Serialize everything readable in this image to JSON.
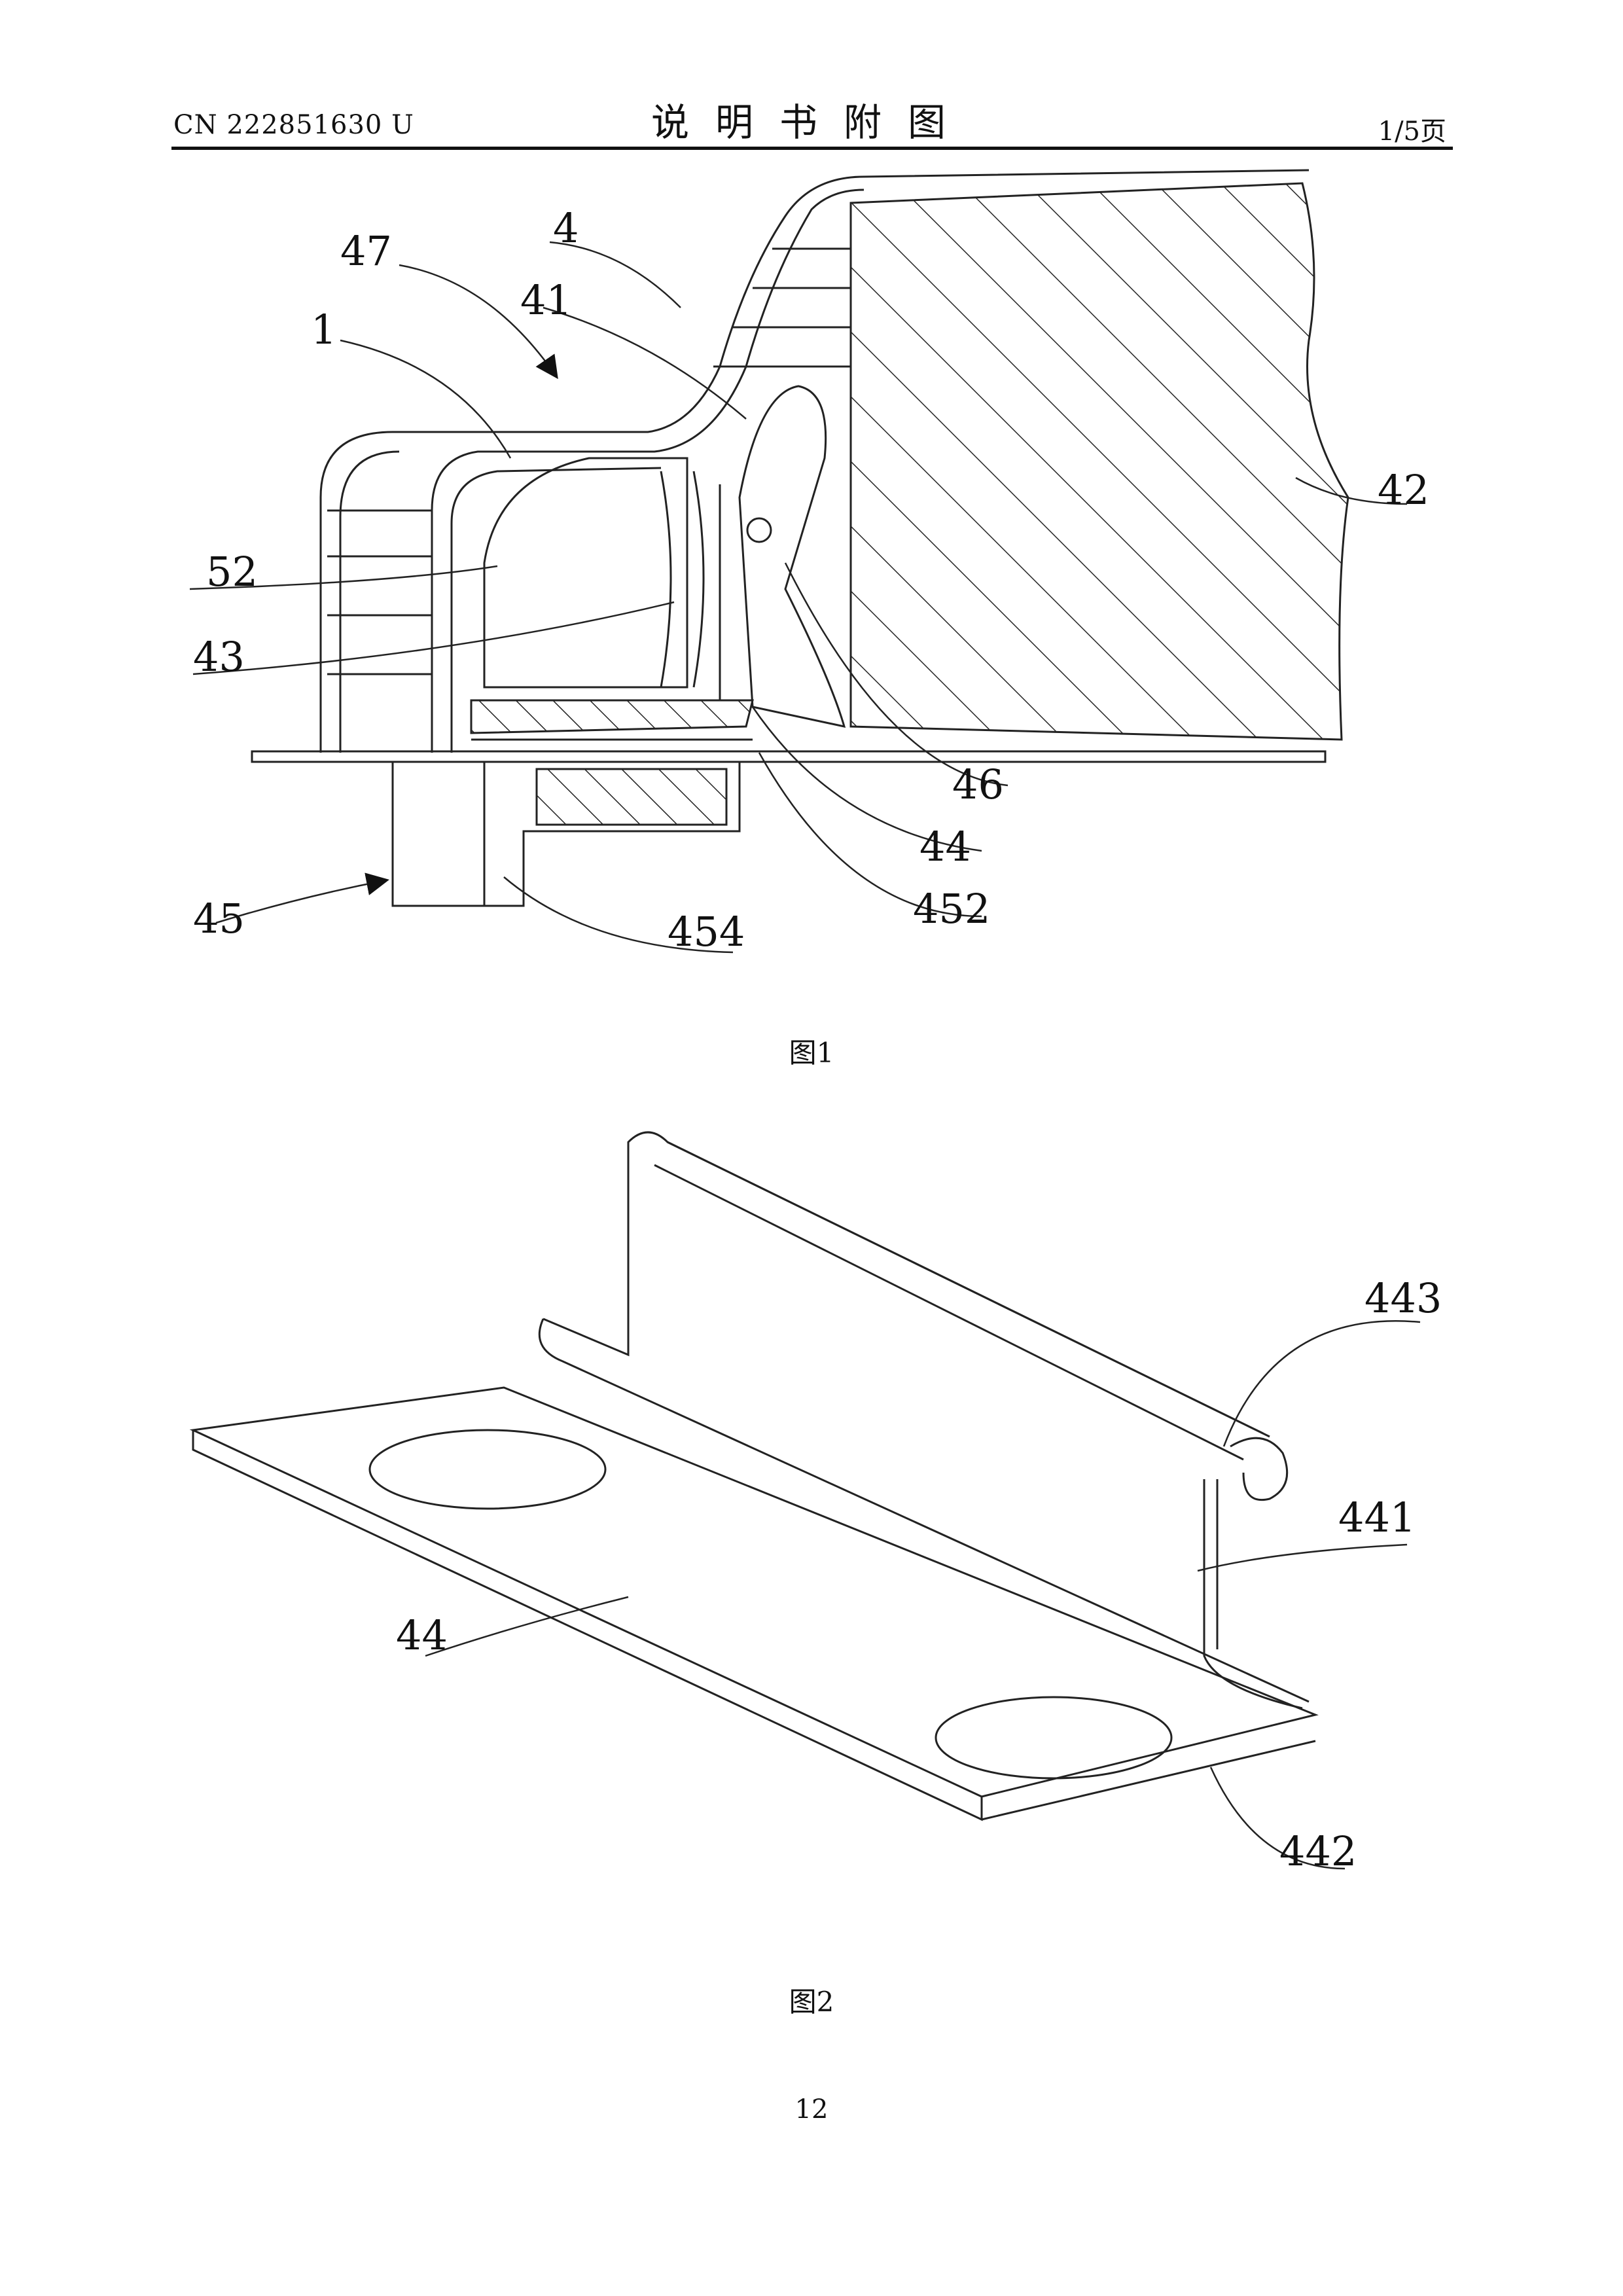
{
  "header": {
    "publication_number": "CN 222851630 U",
    "title": "说明书附图",
    "page_of": "1/5页"
  },
  "figure1": {
    "caption": "图1",
    "labels": [
      "47",
      "4",
      "41",
      "1",
      "42",
      "52",
      "43",
      "46",
      "44",
      "452",
      "45",
      "454"
    ]
  },
  "figure2": {
    "caption": "图2",
    "labels": [
      "443",
      "441",
      "44",
      "442"
    ]
  },
  "footer": {
    "page_number": "12"
  }
}
